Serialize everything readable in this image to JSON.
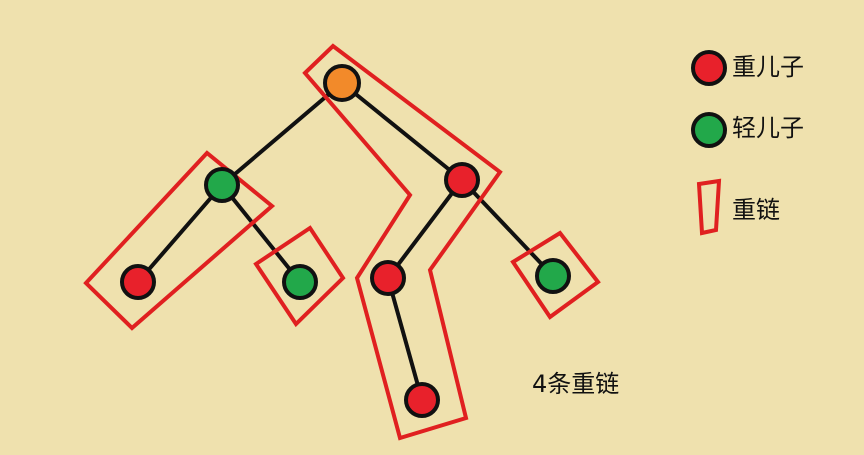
{
  "colors": {
    "background": "#efe1ae",
    "heavy_son": "#e8212b",
    "light_son": "#22a84a",
    "root": "#f28a2a",
    "chain_outline": "#e02020",
    "edge": "#111111"
  },
  "legend": {
    "heavy_son_label": "重儿子",
    "light_son_label": "轻儿子",
    "heavy_chain_label": "重链"
  },
  "caption": "4条重链",
  "tree": {
    "nodes": [
      {
        "id": "root",
        "kind": "root",
        "parent": null
      },
      {
        "id": "left",
        "kind": "light",
        "parent": "root"
      },
      {
        "id": "right",
        "kind": "heavy",
        "parent": "root"
      },
      {
        "id": "left-left",
        "kind": "heavy",
        "parent": "left"
      },
      {
        "id": "left-right",
        "kind": "light",
        "parent": "left"
      },
      {
        "id": "right-left",
        "kind": "heavy",
        "parent": "right"
      },
      {
        "id": "right-right",
        "kind": "light",
        "parent": "right"
      },
      {
        "id": "right-left-child",
        "kind": "heavy",
        "parent": "right-left"
      }
    ],
    "heavy_chains": [
      [
        "root",
        "right",
        "right-left",
        "right-left-child"
      ],
      [
        "left",
        "left-left"
      ],
      [
        "left-right"
      ],
      [
        "right-right"
      ]
    ]
  }
}
